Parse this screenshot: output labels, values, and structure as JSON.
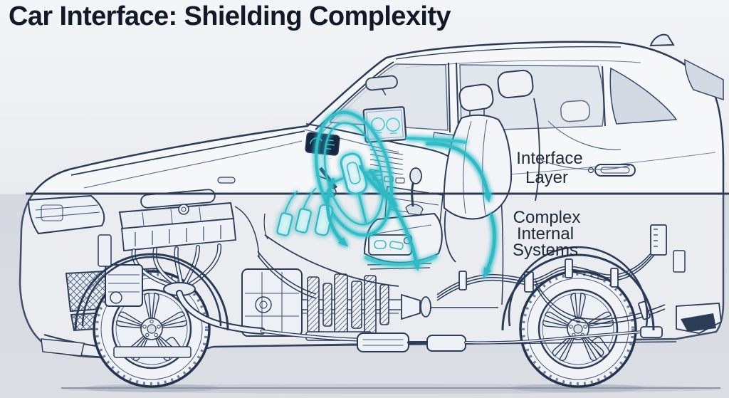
{
  "title": "Car Interface: Shielding Complexity",
  "labels": {
    "interface_layer": {
      "lines": [
        "Interface",
        "Layer"
      ]
    },
    "complex_internal_systems": {
      "lines": [
        "Complex",
        "Internal",
        "Systems"
      ]
    }
  },
  "diagram": {
    "type": "car-cutaway-side-view-illustration",
    "car_facing": "left",
    "highlighted_interface_elements": [
      "steering-wheel",
      "infotainment-screen",
      "pedals",
      "seat-controls",
      "dashboard-strip"
    ],
    "flow_arrows": [
      "steering-wheel-to-floor",
      "steering-wheel-to-console",
      "console-to-underbody",
      "dashboard-to-door",
      "door-to-underbody"
    ]
  },
  "colors": {
    "background_upper": "#f2f3f6",
    "background_lower": "#dfe2e7",
    "line_art": "#2b3c58",
    "divider_line": "#2c3a52",
    "accent_teal": "#2fbac5",
    "title_text": "#121a28",
    "label_text": "#202a38"
  }
}
